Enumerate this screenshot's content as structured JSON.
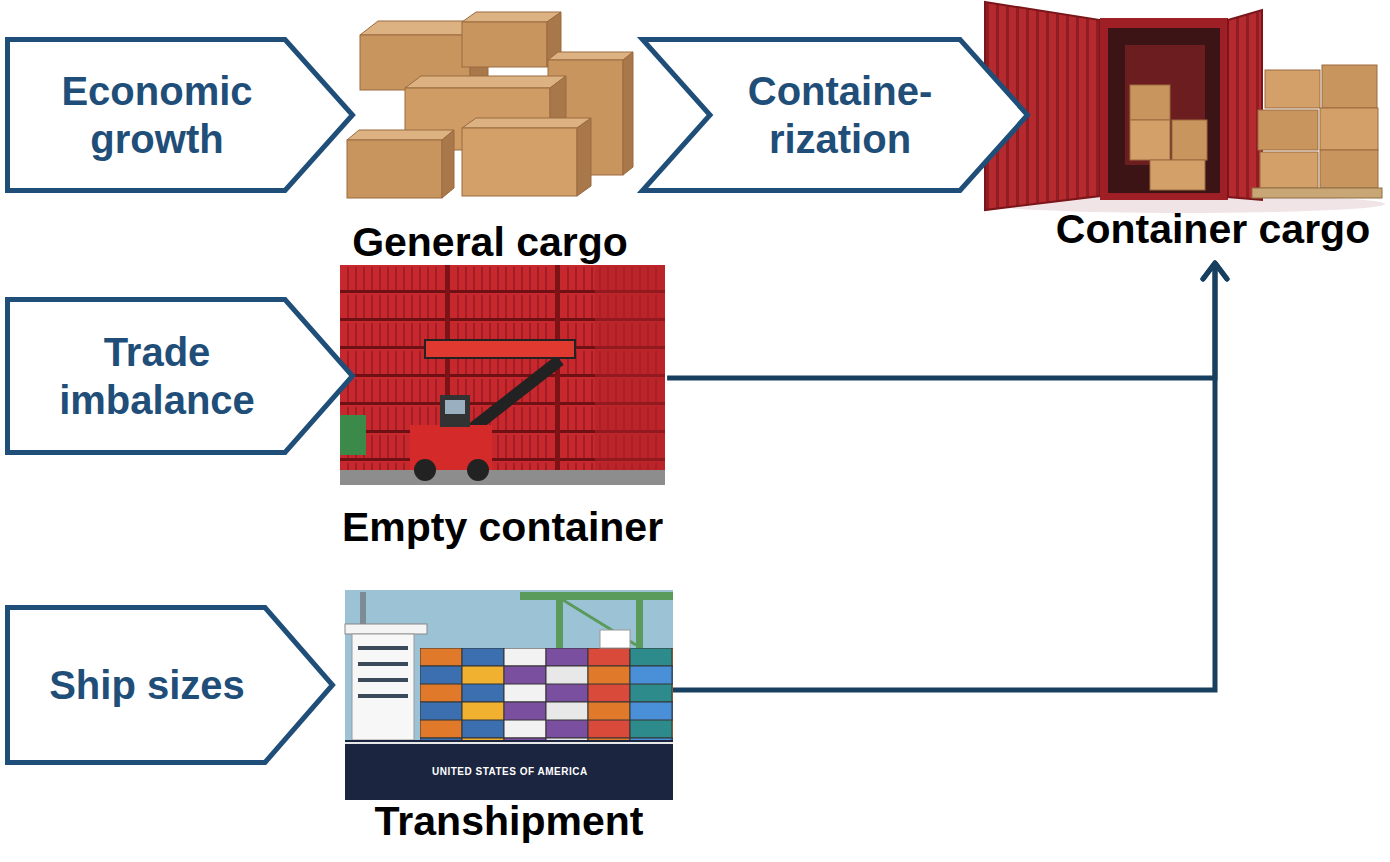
{
  "diagram": {
    "nodes": [
      {
        "text": [
          "Economic growth"
        ]
      },
      {
        "text": [
          "General cargo"
        ]
      },
      {
        "text": [
          "Containe- rization"
        ]
      },
      {
        "text": [
          "Container cargo"
        ]
      },
      {
        "text": [
          "Trade imbalance"
        ]
      },
      {
        "text": [
          "Empty container"
        ]
      },
      {
        "text": [
          "Ship sizes"
        ]
      },
      {
        "text": [
          "Transhipment"
        ]
      }
    ],
    "edges": [
      {
        "from": 5,
        "to": 3,
        "arrow": "to"
      },
      {
        "from": 7,
        "to": 3,
        "arrow": "to"
      }
    ],
    "labels": [
      "UNITED STATES OF AMERICA"
    ]
  }
}
